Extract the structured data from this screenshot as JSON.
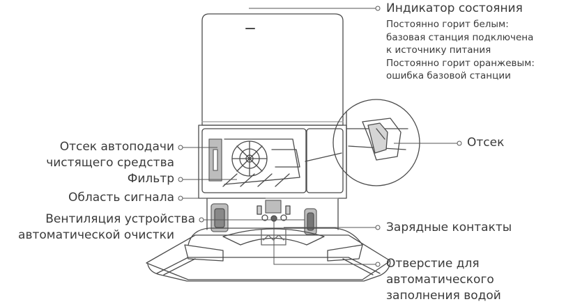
{
  "labels": {
    "status_indicator": {
      "title": "Индикатор состояния",
      "lines": [
        "Постоянно горит белым:",
        "базовая станция подключена",
        "к источнику питания",
        "Постоянно горит оранжевым:",
        "ошибка базовой станции"
      ]
    },
    "detergent_compartment": {
      "line1": "Отсек автоподачи",
      "line2": "чистящего средства"
    },
    "filter": "Фильтр",
    "signal_area": "Область сигнала",
    "ventilation": {
      "line1": "Вентиляция устройства",
      "line2": "автоматической очистки"
    },
    "compartment": "Отсек",
    "charging_contacts": "Зарядные контакты",
    "water_outlet": {
      "line1": "Отверстие для",
      "line2": "автоматического",
      "line3": "заполнения водой"
    }
  },
  "colors": {
    "line": "#555555",
    "outline": "#4a4a4a",
    "shade": "#bdbdbd",
    "dark": "#666666"
  }
}
